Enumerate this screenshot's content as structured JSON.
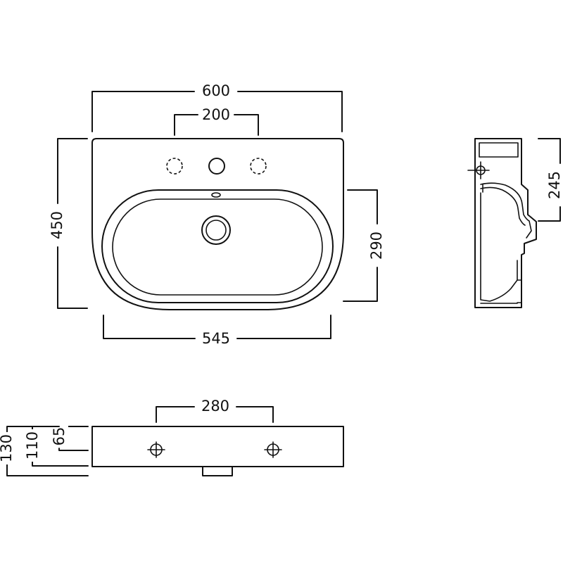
{
  "dimensions": {
    "top_view": {
      "overall_width": "600",
      "tap_hole_spacing": "200",
      "overall_depth": "450",
      "bowl_depth": "290",
      "bowl_width": "545"
    },
    "side_view": {
      "height": "245"
    },
    "front_view": {
      "fixing_spacing": "280",
      "thickness_65": "65",
      "thickness_110": "110",
      "thickness_130": "130"
    }
  }
}
